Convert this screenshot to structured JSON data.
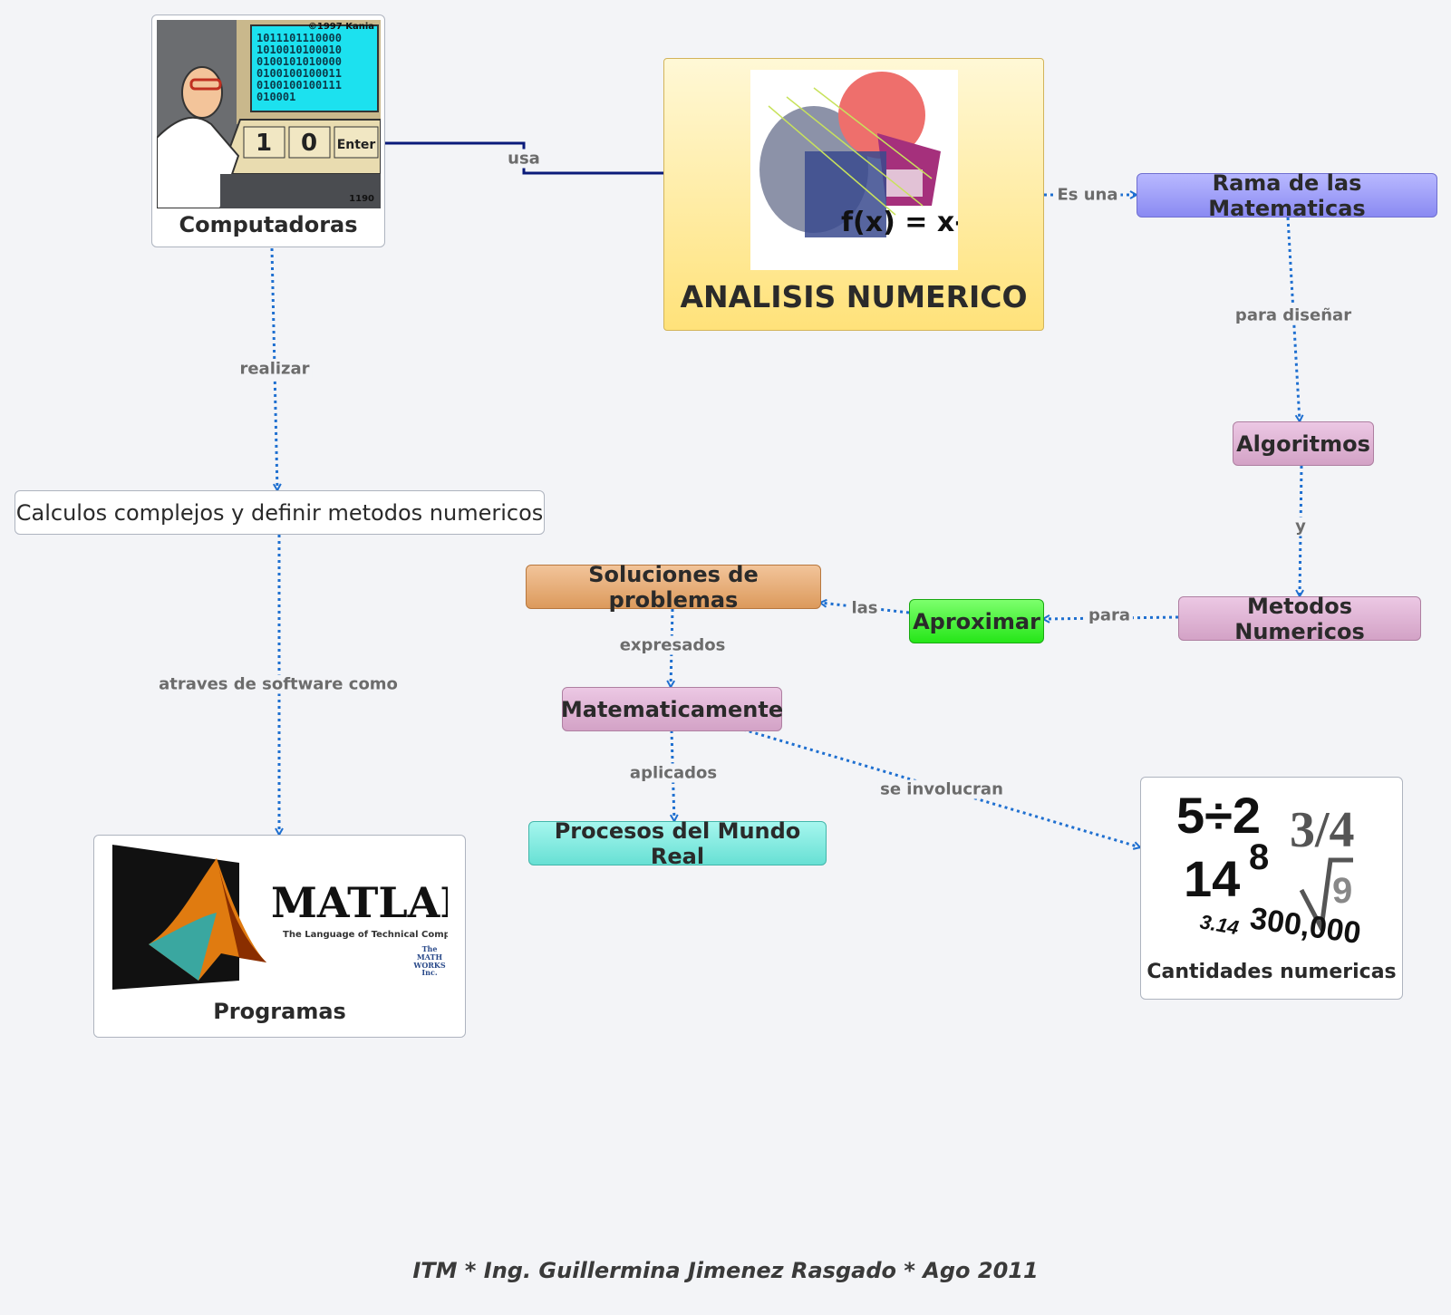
{
  "nodes": {
    "analisis": "ANALISIS NUMERICO",
    "computadoras": "Computadoras",
    "rama": "Rama de las Matematicas",
    "algoritmos": "Algoritmos",
    "metodos": "Metodos Numericos",
    "aproximar": "Aproximar",
    "soluciones": "Soluciones de problemas",
    "matematicamente": "Matematicamente",
    "procesos": "Procesos del Mundo Real",
    "calculos": "Calculos complejos y definir metodos numericos",
    "programas": "Programas",
    "cantidades": "Cantidades numericas"
  },
  "edges": {
    "usa": "usa",
    "es_una": "Es una",
    "para_disenar": "para diseñar",
    "y": "y",
    "para": "para",
    "las": "las",
    "expresados": "expresados",
    "aplicados": "aplicados",
    "se_involucran": "se involucran",
    "realizar": "realizar",
    "atraves": "atraves de software como"
  },
  "images": {
    "computer_copyright": "©1997 Kania",
    "computer_code": "1190",
    "computer_keys": [
      "1",
      "0",
      "Enter"
    ],
    "binary_lines": [
      "1011101110000",
      "1010010100010",
      "0100101010000",
      "0100100100011",
      "0100100100111",
      "010001"
    ],
    "math_formula": "f(x) = x-T",
    "matlab_title": "MATLAB",
    "matlab_subtitle": "The Language of Technical Computing",
    "mathworks": [
      "The",
      "MATH",
      "WORKS",
      "Inc."
    ],
    "numbers": [
      "5÷2",
      "3/4",
      "14",
      "8",
      "9",
      "3.14",
      "300,000"
    ]
  },
  "footer": "ITM * Ing. Guillermina Jimenez Rasgado * Ago 2011",
  "colors": {
    "edge_dotted": "#1e6fd0",
    "edge_solid": "#0a1a7a",
    "root": "#ffe27a"
  }
}
